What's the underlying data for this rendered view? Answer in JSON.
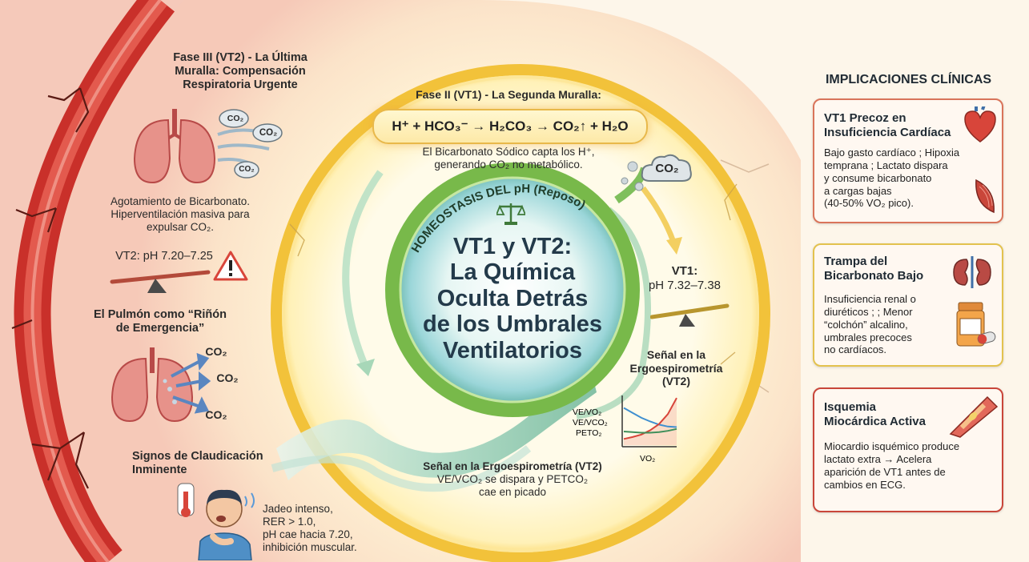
{
  "center": {
    "ring_label": "HOMEOSTASIS DEL pH (Reposo)",
    "title_lines": [
      "VT1 y VT2:",
      "La Química",
      "Oculta Detrás",
      "de los Umbrales",
      "Ventilatorios"
    ]
  },
  "phase2": {
    "title": "Fase II (VT1) - La Segunda Muralla:",
    "equation": "H⁺ + HCO₃⁻ → H₂CO₃ → CO₂↑ + H₂O",
    "desc_line1": "El Bicarbonato Sódico capta los H⁺,",
    "desc_line2": "generando CO₂ no metabólico.",
    "co2_cloud": "CO₂"
  },
  "vt1": {
    "label": "VT1:",
    "ph": "pH 7.32–7.38"
  },
  "ergo_right": {
    "title_line1": "Señal en la",
    "title_line2": "Ergoespirometría",
    "title_line3": "(VT2)",
    "series_labels": [
      "VE/VO₂",
      "VE/VCO₂",
      "PETO₂"
    ],
    "x_label": "VO₂"
  },
  "ergo_bottom": {
    "title": "Señal en la Ergoespirometría (VT2)",
    "line1": "VE/VCO₂ se dispara y PETCO₂",
    "line2": "cae en picado"
  },
  "phase3": {
    "title_lines": [
      "Fase III (VT2) - La Última",
      "Muralla: Compensación",
      "Respiratoria Urgente"
    ],
    "co2_labels": [
      "CO₂",
      "CO₂",
      "CO₂"
    ],
    "desc_lines": [
      "Agotamiento de Bicarbonato.",
      "Hiperventilación masiva para",
      "expulsar CO₂."
    ],
    "ph_label": "VT2: pH 7.20–7.25"
  },
  "kidney_lung": {
    "title_line1": "El Pulmón como “Riñón",
    "title_line2": "de Emergencia”",
    "co2_labels": [
      "CO₂",
      "CO₂",
      "CO₂"
    ]
  },
  "signs": {
    "title_line1": "Signos de Claudicación",
    "title_line2": "Inminente",
    "lines": [
      "Jadeo intenso,",
      "RER > 1.0,",
      "pH cae hacia 7.20,",
      "inhibición muscular."
    ]
  },
  "clinical": {
    "header": "IMPLICACIONES CLÍNICAS",
    "cards": [
      {
        "title_lines": [
          "VT1 Precoz en",
          "Insuficiencia Cardíaca"
        ],
        "body_lines": [
          "Bajo gasto cardíaco ; Hipoxia",
          "temprana ; Lactato dispara",
          "y consume bicarbonato",
          "a cargas bajas",
          "(40-50% VO₂ pico)."
        ],
        "border": "#d9745a"
      },
      {
        "title_lines": [
          "Trampa del",
          "Bicarbonato Bajo"
        ],
        "body_lines": [
          "Insuficiencia renal o",
          "diuréticos ; ; Menor",
          "“colchón” alcalino,",
          "umbrales precoces",
          "no cardíacos."
        ],
        "border": "#e3c24e"
      },
      {
        "title_lines": [
          "Isquemia",
          "Miocárdica Activa"
        ],
        "body_lines": [
          "Miocardio isquémico produce",
          "lactato extra → Acelera",
          "aparición de VT1 antes de",
          "cambios en ECG."
        ],
        "border": "#c9463a"
      }
    ]
  },
  "colors": {
    "red_wall": "#d8453a",
    "gold_ring": "#f0c230",
    "green_ring": "#7bbf4a",
    "teal_core": "#8fd3e6"
  },
  "chart_data": {
    "type": "line",
    "xlabel": "VO₂",
    "x": [
      0,
      1,
      2,
      3,
      4,
      5,
      6
    ],
    "series": [
      {
        "name": "VE/VO₂",
        "values": [
          6,
          5.2,
          4.4,
          3.8,
          3.3,
          3.0,
          2.9
        ]
      },
      {
        "name": "VE/VCO₂",
        "values": [
          1.0,
          1.3,
          1.7,
          2.4,
          3.4,
          5.0,
          7.6
        ]
      },
      {
        "name": "PETO₂",
        "values": [
          2.2,
          2.1,
          2.0,
          2.0,
          2.1,
          2.3,
          2.6
        ]
      }
    ]
  }
}
